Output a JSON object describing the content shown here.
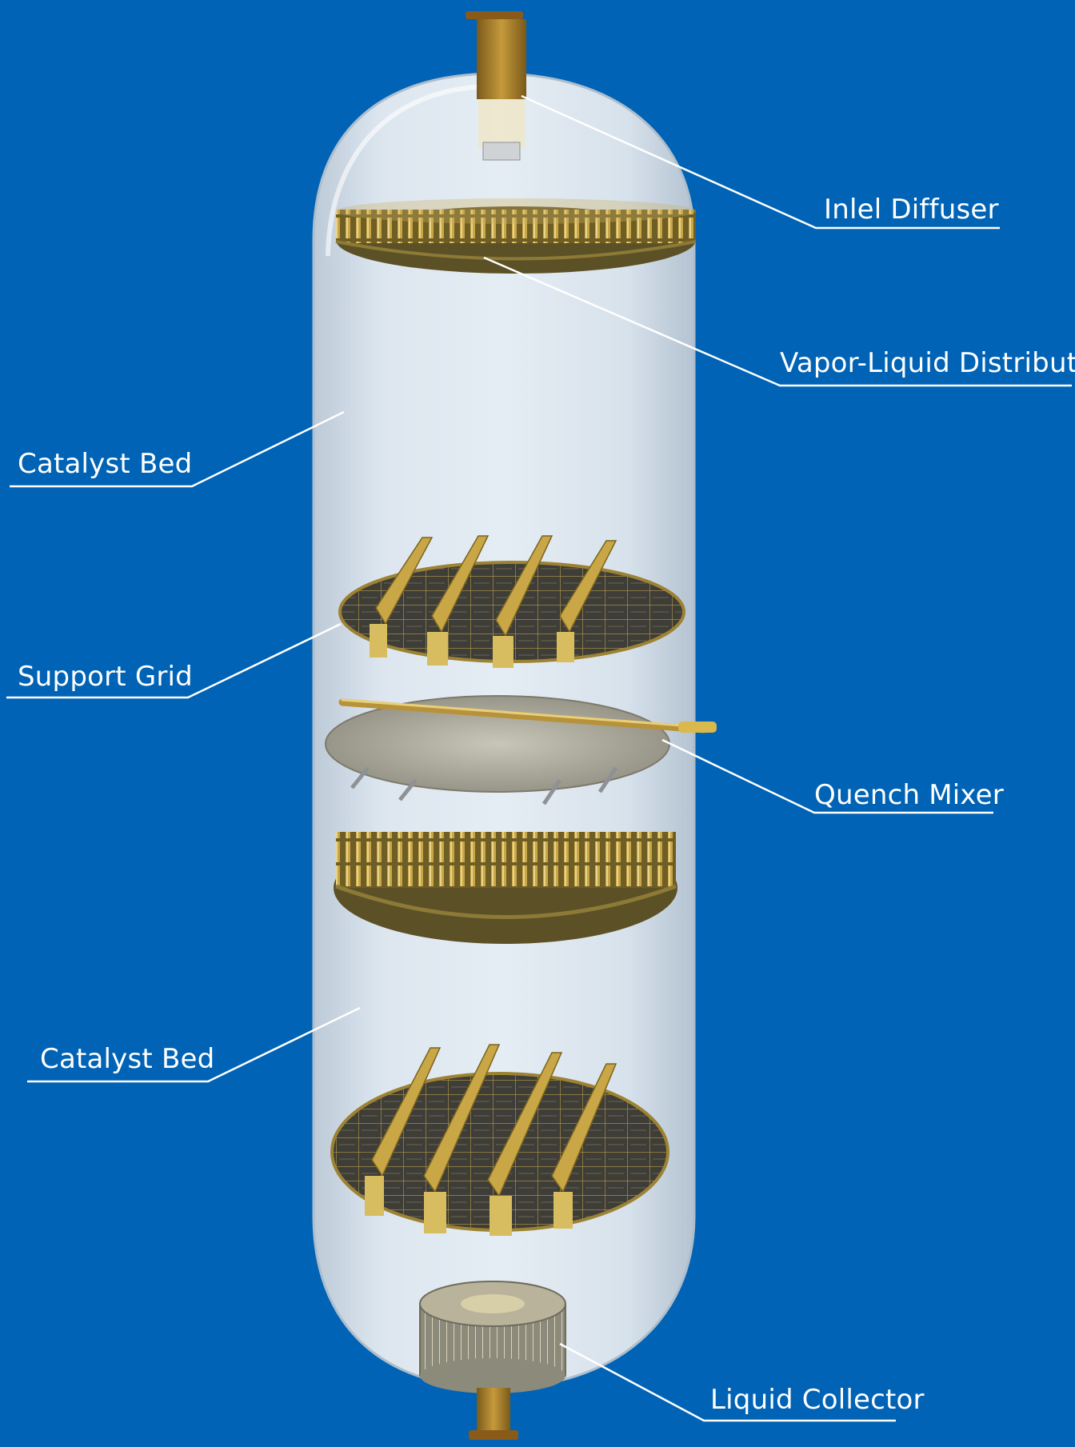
{
  "colors": {
    "background": "#0063B5",
    "vessel_glass": "#e6ecf2",
    "brass": "#c9a646",
    "brass_dark": "#7a6420",
    "steel": "#9aa0a6",
    "grid_dark": "#3a3a36",
    "leader_line": "#ffffff"
  },
  "callouts": {
    "inlet_diffuser": {
      "label": "Inlel Diffuser"
    },
    "vapor_liquid_distributor": {
      "label": "Vapor-Liquid Distributor"
    },
    "catalyst_bed_upper": {
      "label": "Catalyst Bed"
    },
    "support_grid": {
      "label": "Support Grid"
    },
    "quench_mixer": {
      "label": "Quench Mixer"
    },
    "catalyst_bed_lower": {
      "label": "Catalyst Bed"
    },
    "liquid_collector": {
      "label": "Liquid Collector"
    }
  }
}
